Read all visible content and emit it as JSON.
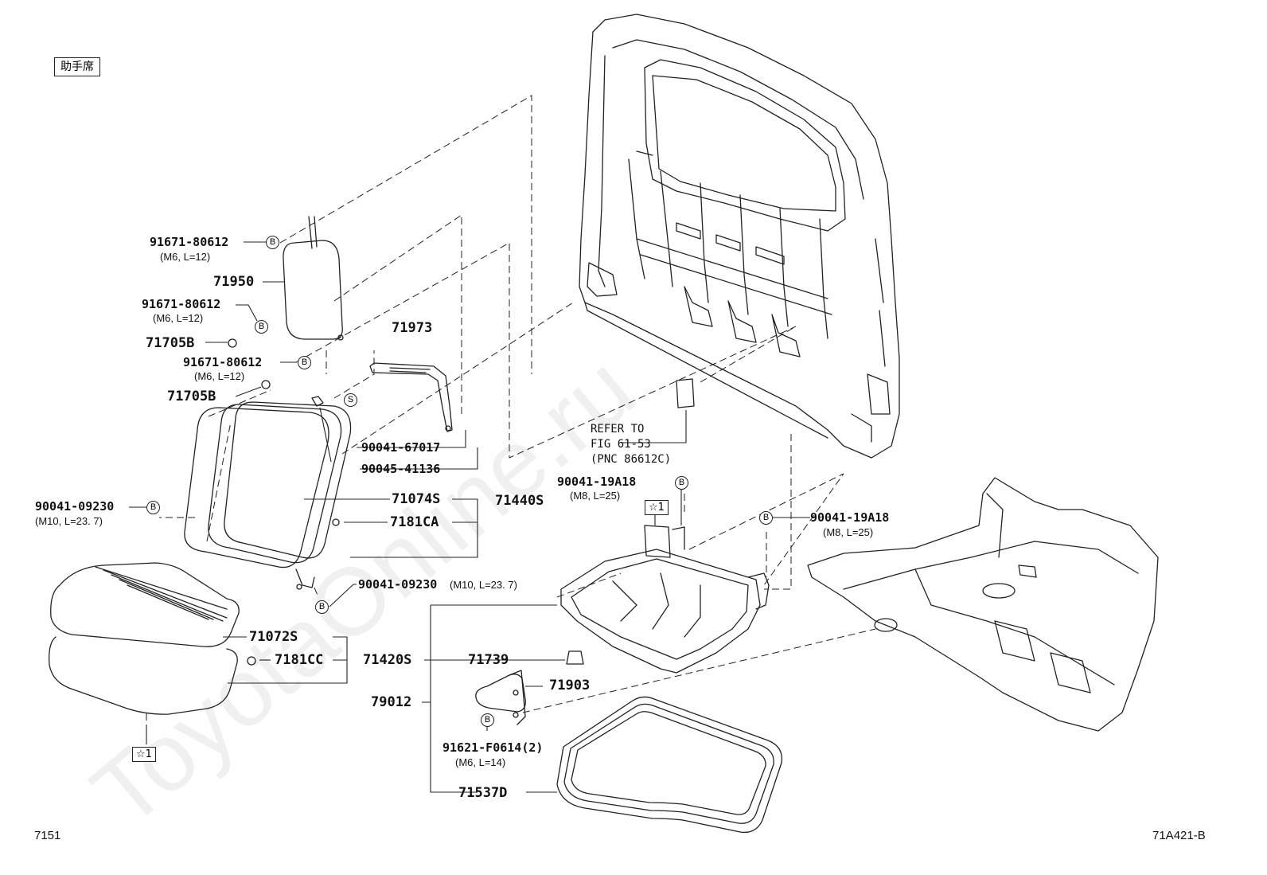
{
  "header": {
    "position_label": "助手席"
  },
  "footer": {
    "page_code": "7151",
    "illustration_code": "71A421-B"
  },
  "watermark": "ToyotaOnline.ru",
  "markers": {
    "bolt": "B",
    "screw": "S",
    "star_ref": "☆1"
  },
  "reference_note": {
    "line1": "REFER TO",
    "line2": "FIG 61-53",
    "line3": "(PNC 86612C)"
  },
  "parts": {
    "p91671_a": {
      "number": "91671-80612",
      "spec": "(M6, L=12)"
    },
    "p71950": {
      "number": "71950"
    },
    "p91671_b": {
      "number": "91671-80612",
      "spec": "(M6, L=12)"
    },
    "p71705b_a": {
      "number": "71705B"
    },
    "p91671_c": {
      "number": "91671-80612",
      "spec": "(M6, L=12)"
    },
    "p71705b_b": {
      "number": "71705B"
    },
    "p71973": {
      "number": "71973"
    },
    "p90041_67017": {
      "number": "90041-67017"
    },
    "p90045_41136": {
      "number": "90045-41136"
    },
    "p71074s": {
      "number": "71074S"
    },
    "p71440s": {
      "number": "71440S"
    },
    "p7181ca": {
      "number": "7181CA"
    },
    "p90041_09230_a": {
      "number": "90041-09230",
      "spec": "(M10, L=23. 7)"
    },
    "p90041_09230_b": {
      "number": "90041-09230",
      "spec": "(M10, L=23. 7)"
    },
    "p71072s": {
      "number": "71072S"
    },
    "p7181cc": {
      "number": "7181CC"
    },
    "p71420s": {
      "number": "71420S"
    },
    "p71739": {
      "number": "71739"
    },
    "p71903": {
      "number": "71903"
    },
    "p79012": {
      "number": "79012"
    },
    "p91621": {
      "number": "91621-F0614(2)",
      "spec": "(M6, L=14)"
    },
    "p71537d": {
      "number": "71537D"
    },
    "p90041_19a18_a": {
      "number": "90041-19A18",
      "spec": "(M8, L=25)"
    },
    "p90041_19a18_b": {
      "number": "90041-19A18",
      "spec": "(M8, L=25)"
    }
  }
}
